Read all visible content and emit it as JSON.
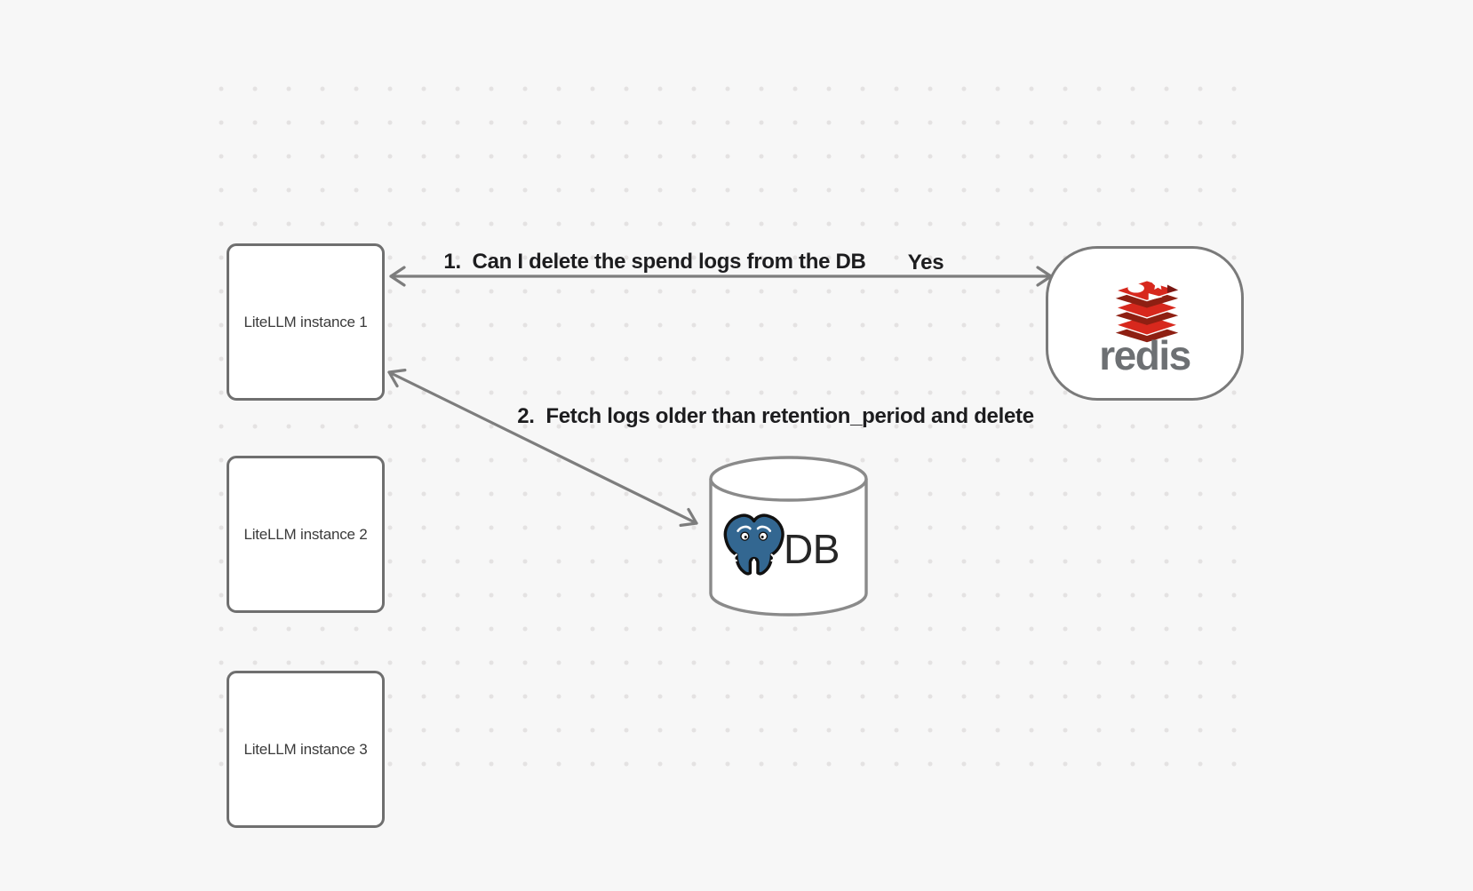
{
  "diagram": {
    "background_color": "#f7f7f7",
    "dot_color": "#e4e2e2",
    "stroke_color": "#7d7d7d",
    "nodes": {
      "instance1": {
        "label": "LiteLLM instance 1"
      },
      "instance2": {
        "label": "LiteLLM instance 2"
      },
      "instance3": {
        "label": "LiteLLM instance 3"
      },
      "redis": {
        "wordmark": "redis",
        "icon": "redis-logo",
        "brand_red": "#d7281d",
        "brand_red_dark": "#a8241a"
      },
      "db": {
        "label": "DB",
        "icon": "postgresql-elephant-logo",
        "brand_blue": "#336791"
      }
    },
    "edges": {
      "edge1": {
        "label": "1.  Can I delete the spend logs from the DB",
        "response": "Yes",
        "from": "redis",
        "to": "instance1",
        "style": "double-headed-arrow"
      },
      "edge2": {
        "label": "2.  Fetch logs older than retention_period and delete",
        "from": "instance1",
        "to": "db",
        "style": "double-headed-arrow"
      }
    }
  }
}
